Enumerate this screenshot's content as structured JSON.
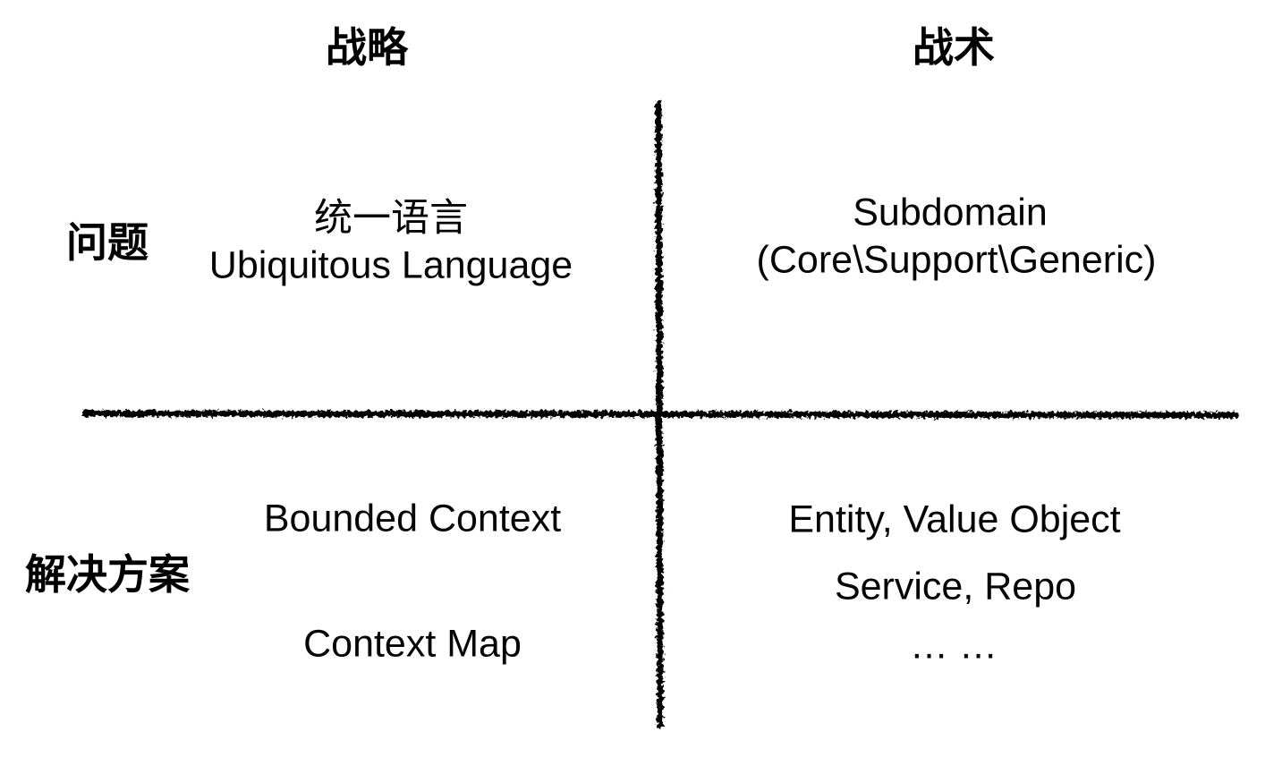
{
  "diagram": {
    "column_headers": [
      {
        "label": "战略"
      },
      {
        "label": "战术"
      }
    ],
    "row_headers": [
      {
        "label": "问题"
      },
      {
        "label": "解决方案"
      }
    ],
    "quadrants": {
      "top_left": {
        "lines": [
          "统一语言",
          "Ubiquitous Language"
        ]
      },
      "top_right": {
        "lines": [
          "Subdomain",
          "(Core\\Support\\Generic)"
        ]
      },
      "bottom_left": {
        "lines": [
          "Bounded Context",
          "Context Map"
        ]
      },
      "bottom_right": {
        "lines": [
          "Entity, Value Object",
          "Service, Repo",
          "… …"
        ]
      }
    },
    "colors": {
      "text": "#000000",
      "line": "#000000",
      "background": "#ffffff"
    }
  }
}
